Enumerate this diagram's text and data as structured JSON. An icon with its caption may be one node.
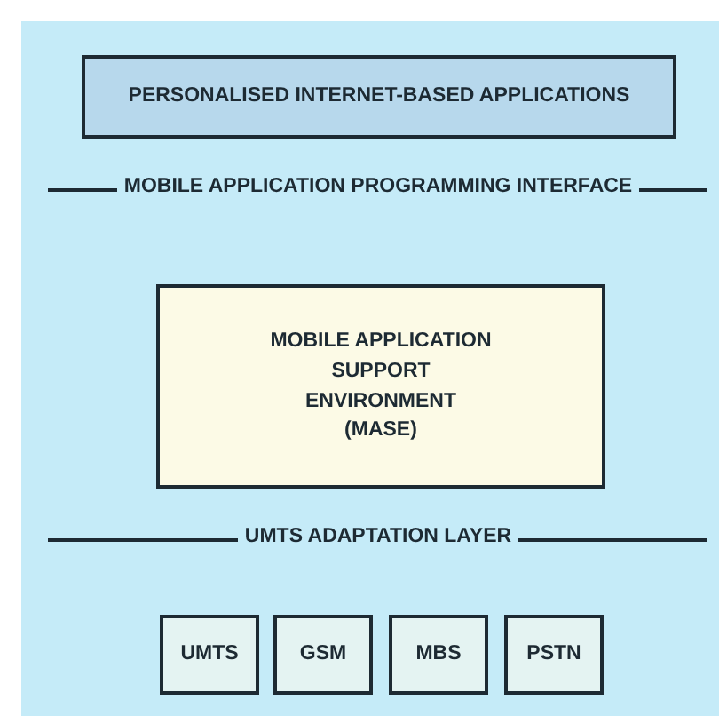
{
  "diagram": {
    "nodes": [
      {
        "text": [
          "PERSONALISED INTERNET-BASED APPLICATIONS"
        ]
      },
      {
        "text": [
          "MOBILE APPLICATION SUPPORT ENVIRONMENT (MASE)"
        ]
      },
      {
        "text": [
          "UMTS"
        ]
      },
      {
        "text": [
          "GSM"
        ]
      },
      {
        "text": [
          "MBS"
        ]
      },
      {
        "text": [
          "PSTN"
        ]
      }
    ],
    "edges": [],
    "labels": [
      "MOBILE APPLICATION PROGRAMMING INTERFACE",
      "UMTS ADAPTATION LAYER"
    ]
  }
}
